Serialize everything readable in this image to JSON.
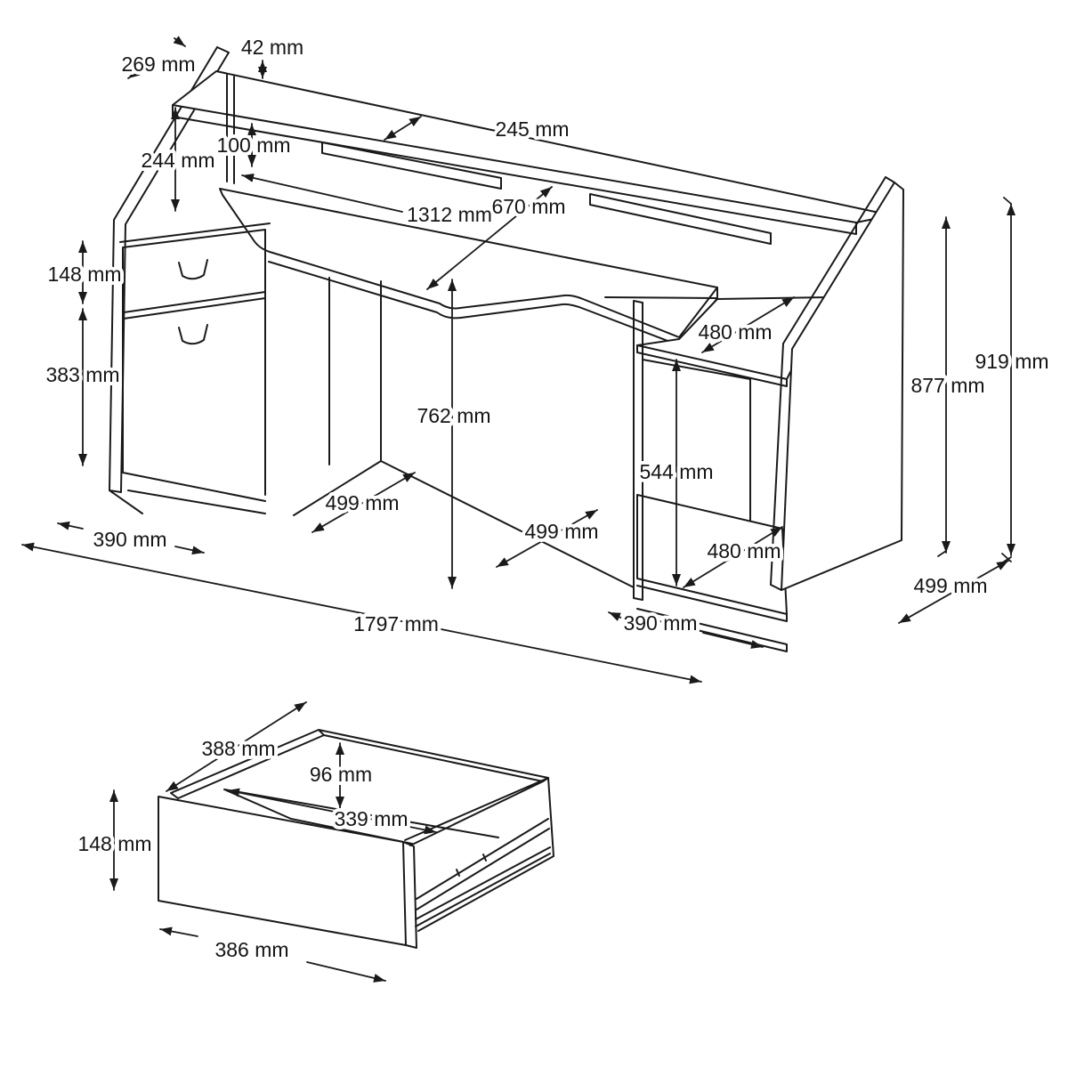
{
  "view": {
    "background": "#ffffff",
    "line_color": "#1a1a1a",
    "unit": "mm",
    "description": "Technical dimension drawing of a gaming desk with raised shelf, drawer pedestal, open compartment and a separate drawer detail"
  },
  "main_view": {
    "name": "desk assembly",
    "dimensions": {
      "panel_top_depth": "269 mm",
      "shelf_thickness": "42 mm",
      "riser_height": "244 mm",
      "gap_height": "100 mm",
      "shelf_depth": "245 mm",
      "desktop_length": "1312 mm",
      "desktop_depth": "670 mm",
      "drawer_front_height": "148 mm",
      "door_height": "383 mm",
      "left_pedestal_depth": "390 mm",
      "desktop_height": "762 mm",
      "left_side_depth": "499 mm",
      "middle_depth": "499 mm",
      "total_width": "1797 mm",
      "compartment_top_depth": "480 mm",
      "compartment_height": "544 mm",
      "compartment_bottom_depth": "480 mm",
      "right_pedestal_depth": "390 mm",
      "side_panel_height": "877 mm",
      "total_height": "919 mm",
      "right_side_depth": "499 mm"
    }
  },
  "drawer_view": {
    "name": "drawer detail",
    "dimensions": {
      "drawer_depth": "388 mm",
      "inner_height": "96 mm",
      "inner_width": "339 mm",
      "front_height": "148 mm",
      "front_width": "386 mm"
    }
  }
}
